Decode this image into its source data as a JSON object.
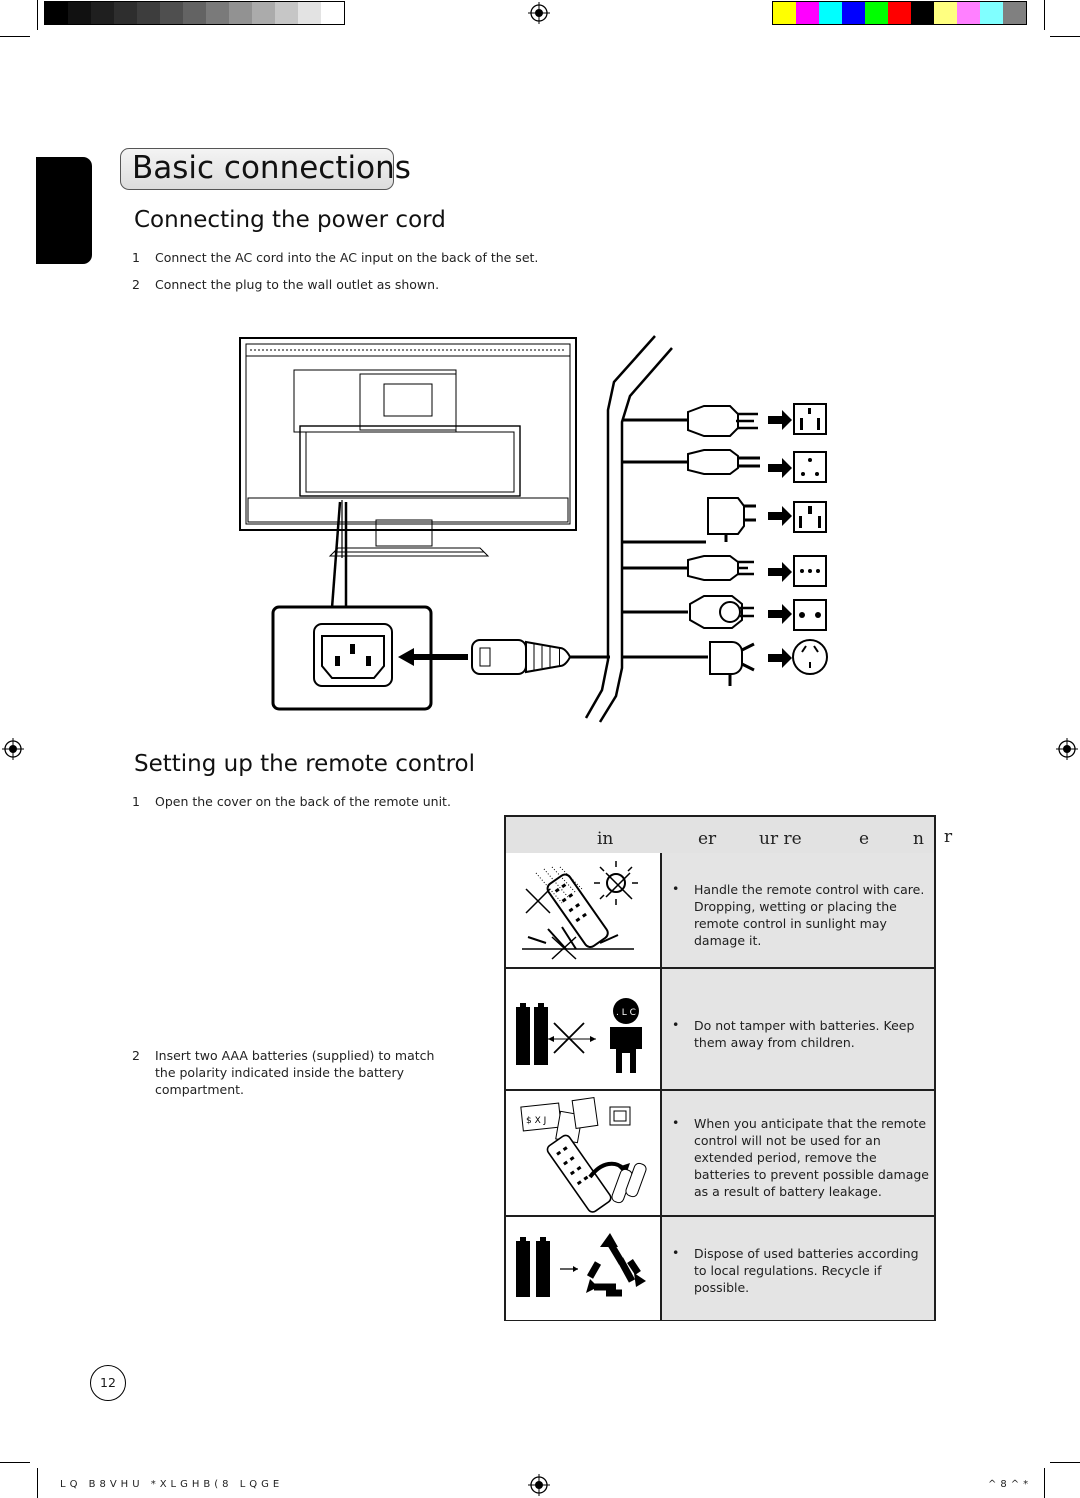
{
  "title": "Basic connections",
  "power": {
    "heading": "Connecting the power cord",
    "steps": [
      {
        "num": "1",
        "text": "Connect the AC cord into the AC input on the back of the set."
      },
      {
        "num": "2",
        "text": "Connect the plug to the wall outlet as shown."
      }
    ]
  },
  "remote": {
    "heading": "Setting up the remote control",
    "steps": [
      {
        "num": "1",
        "text": "Open the cover on the back of the remote unit."
      },
      {
        "num": "2",
        "text": "Insert two AAA batteries (supplied) to match the polarity indicated inside the battery compartment."
      }
    ]
  },
  "care_table": {
    "header_fragments": [
      "in",
      "er",
      "ur re",
      "e",
      "n",
      "r"
    ],
    "rows": [
      {
        "bullet": "•",
        "text": "Handle the remote control with care. Dropping, wetting or placing the remote control in sunlight may damage it.",
        "icon": "remote-hazard-icon"
      },
      {
        "bullet": "•",
        "text": "Do not tamper with batteries. Keep them away from children.",
        "icon": "battery-child-icon",
        "icon_label": ". L C"
      },
      {
        "bullet": "•",
        "text": "When you anticipate that the remote control will not be used for an extended period, remove the batteries to prevent possible damage as a result of battery leakage.",
        "icon": "remove-batteries-icon",
        "icon_label": "$ X J"
      },
      {
        "bullet": "•",
        "text": "Dispose of used batteries according to local regulations. Recycle if possible.",
        "icon": "recycle-icon"
      }
    ]
  },
  "page_number": "12",
  "footer": {
    "left": "LQ B8VHU *XLGHB(8 LQGE",
    "right": "^8^*"
  },
  "colors": {
    "grayscale": [
      "#000000",
      "#111111",
      "#1f1f1f",
      "#2e2e2e",
      "#3d3d3d",
      "#4f4f4f",
      "#636363",
      "#7a7a7a",
      "#929292",
      "#ababab",
      "#c6c6c6",
      "#e3e3e3",
      "#ffffff"
    ],
    "color_bar": [
      "#ffff00",
      "#ff00ff",
      "#00ffff",
      "#0000ff",
      "#00ff00",
      "#ff0000",
      "#000000",
      "#ffff80",
      "#ff80ff",
      "#80ffff",
      "#808080"
    ],
    "table_fill": "#e4e4e4"
  }
}
